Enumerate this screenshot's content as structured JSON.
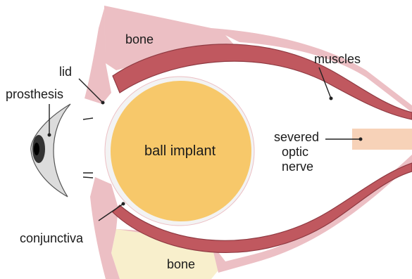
{
  "labels": {
    "bone_top": "bone",
    "bone_bottom": "bone",
    "lid": "lid",
    "prosthesis": "prosthesis",
    "muscles": "muscles",
    "ball_implant": "ball implant",
    "severed_line1": "severed",
    "severed_line2": "optic",
    "severed_line3": "nerve",
    "conjunctiva": "conjunctiva"
  },
  "colors": {
    "bone": "#f8efcc",
    "tissue": "#ecbfc4",
    "muscle": "#c0585f",
    "muscle_outline": "#8f3a42",
    "implant": "#f7c86a",
    "implant_edge": "#f3f3f3",
    "nerve": "#f7d2b8",
    "leader": "#222222",
    "prosthesis_shell": "#dcdcdc",
    "iris": "#333333"
  }
}
